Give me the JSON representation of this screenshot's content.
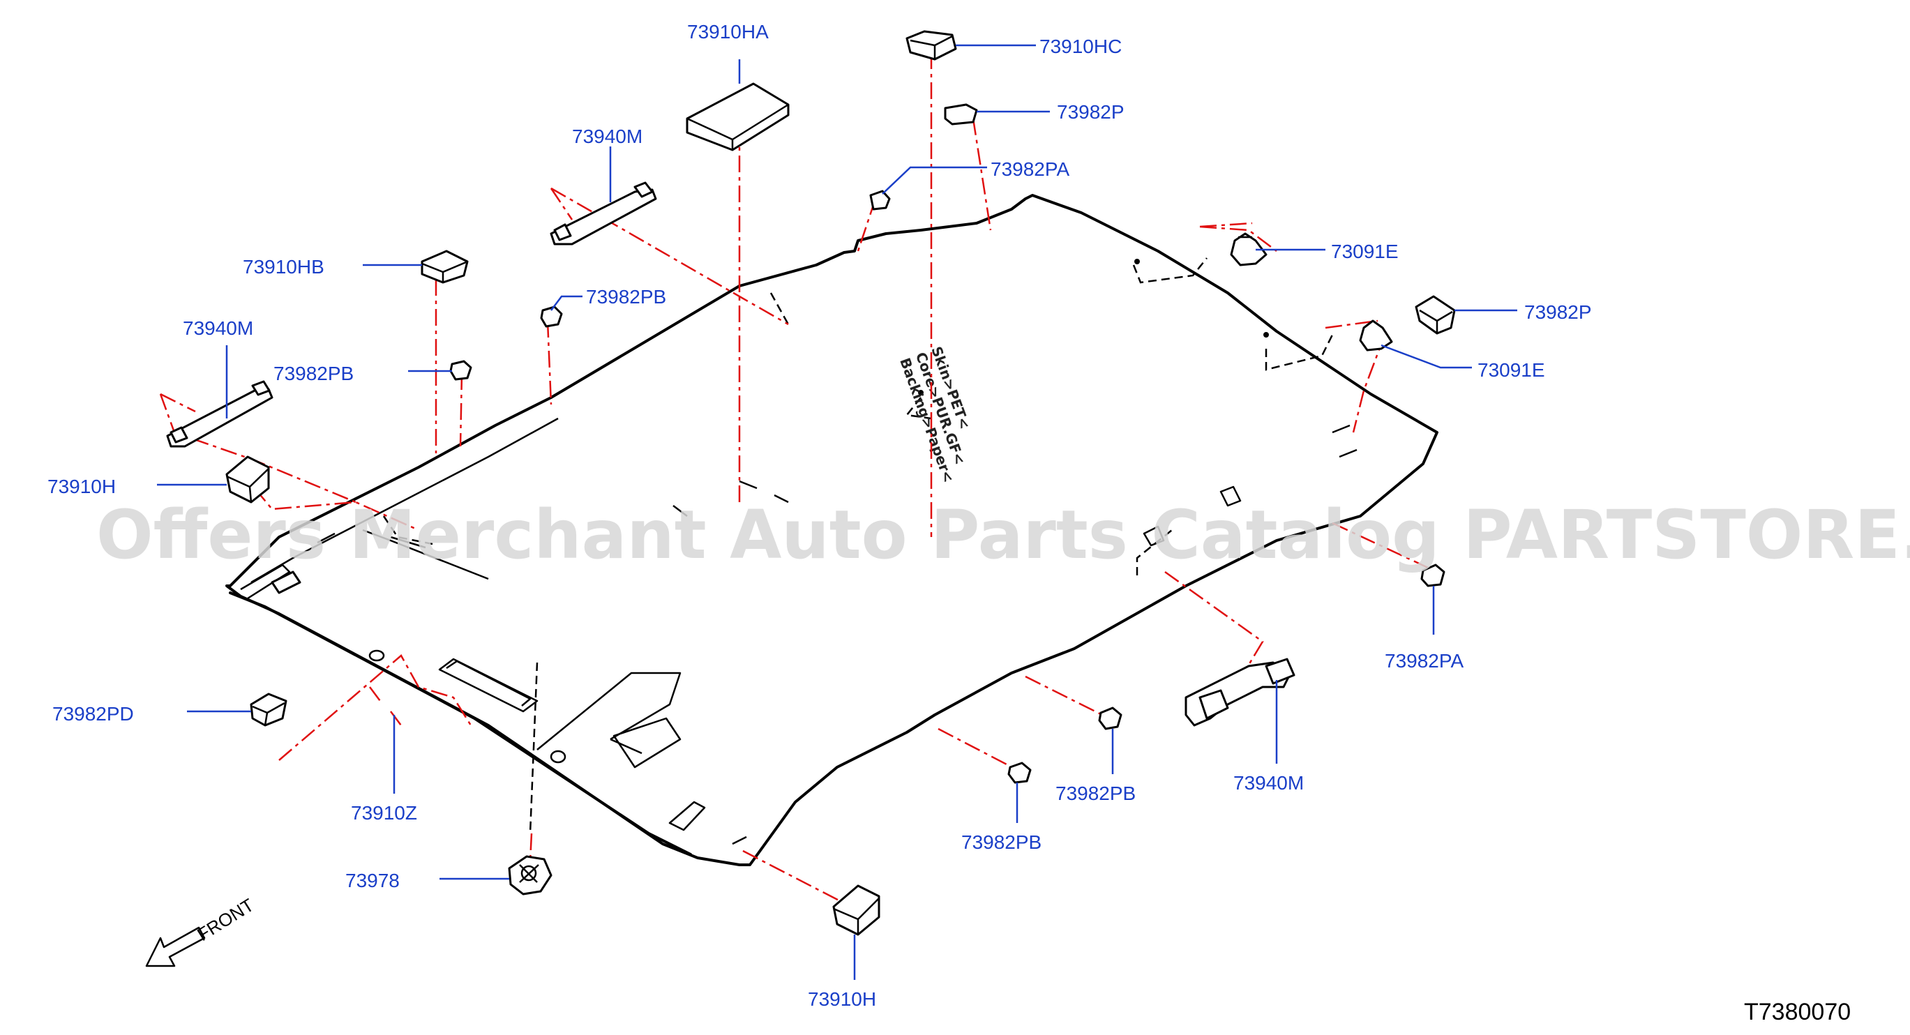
{
  "diagram": {
    "code": "T7380070",
    "front_label": "FRONT",
    "watermark": "Offers Merchant Auto Parts Catalog PARTSTORE.SA",
    "headliner_stamp": [
      "Skin>PET<",
      "Core>PUR.GF<",
      "Backing>Paper<"
    ],
    "label_color": "#1a3fc8",
    "guide_color": "#e01010",
    "part_labels": [
      "73910HA",
      "73910HC",
      "73982P",
      "73982PA",
      "73940M",
      "73910HB",
      "73982PB",
      "73940M",
      "73982PB",
      "73091E",
      "73982P",
      "73091E",
      "73910H",
      "73982PA",
      "73982PD",
      "73910Z",
      "73982PB",
      "73940M",
      "73982PB",
      "73978",
      "73910H"
    ]
  }
}
